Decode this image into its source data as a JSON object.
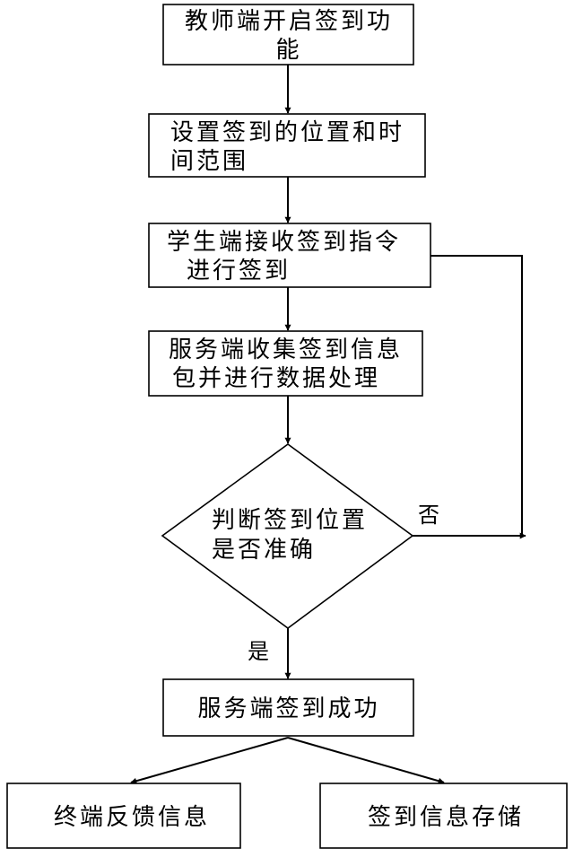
{
  "nodes": {
    "start": {
      "lines": [
        "教师端开启签到功",
        "能"
      ]
    },
    "set_range": {
      "lines": [
        "设置签到的位置和时",
        "间范围"
      ]
    },
    "student_checkin": {
      "lines": [
        "学生端接收签到指令",
        "进行签到"
      ]
    },
    "server_collect": {
      "lines": [
        "服务端收集签到信息",
        "包并进行数据处理"
      ]
    },
    "decision": {
      "lines": [
        "判断签到位置",
        "是否准确"
      ]
    },
    "server_success": {
      "lines": [
        "服务端签到成功"
      ]
    },
    "terminal_feedback": {
      "lines": [
        "终端反馈信息"
      ]
    },
    "info_storage": {
      "lines": [
        "签到信息存储"
      ]
    }
  },
  "edge_labels": {
    "no": "否",
    "yes": "是"
  },
  "colors": {
    "stroke": "#000000",
    "text": "#000000",
    "background": "#ffffff"
  }
}
